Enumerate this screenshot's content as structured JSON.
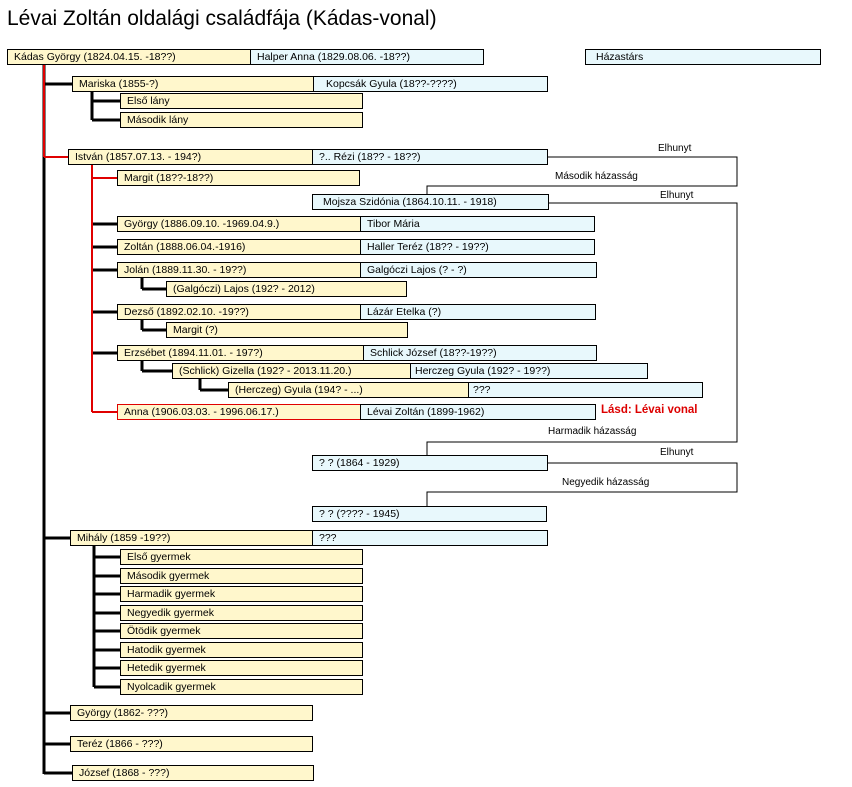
{
  "title": "Lévai Zoltán oldalági családfája (Kádas-vonal)",
  "legend": {
    "spouse": "Házastárs"
  },
  "root": {
    "name": "Kádas György (1824.04.15. -18??)",
    "spouse": "Halper Anna (1829.08.06. -18??)"
  },
  "mariska": {
    "name": "Mariska (1855-?)",
    "spouse": "Kopcsák Gyula (18??-????)",
    "children": [
      "Első lány",
      "Második lány"
    ]
  },
  "istvan": {
    "name": "István (1857.07.13. - 194?)",
    "spouse1": "?.. Rézi (18?? - 18??)",
    "spouse2": "Mojsza Szidónia (1864.10.11. - 1918)",
    "spouse3": "? ? (1864 - 1929)",
    "spouse4": "? ? (???? - 1945)",
    "notes": {
      "deceased1": "Elhunyt",
      "second_marriage": "Második házasság",
      "deceased2": "Elhunyt",
      "third_marriage": "Harmadik házasság",
      "deceased3": "Elhunyt",
      "fourth_marriage": "Negyedik házasság"
    },
    "children": {
      "margit": "Margit (18??-18??)",
      "gyorgy": {
        "name": "György (1886.09.10. -1969.04.9.)",
        "spouse": "Tibor Mária"
      },
      "zoltan": {
        "name": "Zoltán (1888.06.04.-1916)",
        "spouse": "Haller Teréz (18?? - 19??)"
      },
      "jolan": {
        "name": "Jolán (1889.11.30. - 19??)",
        "spouse": "Galgóczi Lajos (? - ?)",
        "child": "(Galgóczi) Lajos (192? - 2012)"
      },
      "dezso": {
        "name": "Dezső (1892.02.10. -19??)",
        "spouse": "Lázár Etelka (?)",
        "child": "Margit (?)"
      },
      "erzsebet": {
        "name": "Erzsébet (1894.11.01. - 197?)",
        "spouse": "Schlick József (18??-19??)",
        "child": "(Schlick) Gizella (192? - 2013.11.20.)",
        "child_spouse": "Herczeg Gyula (192? - 19??)",
        "grandchild": "(Herczeg) Gyula (194? - ...)",
        "grandchild_spouse": "???"
      },
      "anna": {
        "name": "Anna (1906.03.03. - 1996.06.17.)",
        "spouse": "Lévai Zoltán (1899-1962)",
        "see_also": "Lásd: Lévai vonal"
      }
    }
  },
  "mihaly": {
    "name": "Mihály (1859 -19??)",
    "spouse": "???",
    "children": [
      "Első gyermek",
      "Második gyermek",
      "Harmadik gyermek",
      "Negyedik gyermek",
      "Ötödik gyermek",
      "Hatodik gyermek",
      "Hetedik gyermek",
      "Nyolcadik gyermek"
    ]
  },
  "others": [
    "György (1862- ???)",
    "Teréz (1866 - ???)",
    "József (1868 - ???)"
  ]
}
